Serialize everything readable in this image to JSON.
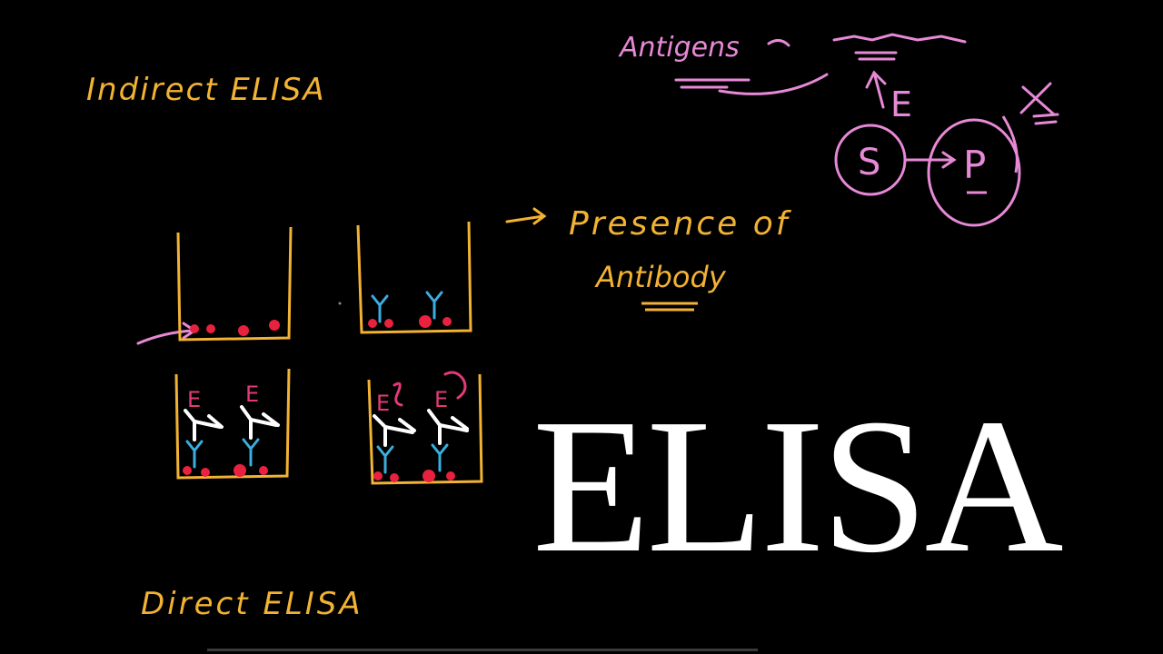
{
  "labels": {
    "indirect": "Indirect ELISA",
    "direct": "Direct ELISA",
    "presence_line1": "Presence of",
    "presence_line2": "Antibody",
    "antigen_top": "Antigens",
    "enzyme_letter": "E",
    "substrate_letter": "S",
    "product_letter": "P",
    "well_enzyme_label": "E",
    "big_title": "ELISA"
  },
  "colors": {
    "background": "#000000",
    "handwriting_yellow": "#f2b233",
    "handwriting_pink": "#e789d6",
    "antigen_red": "#e8213f",
    "antibody_blue": "#3aaee0",
    "antibody_white": "#ffffff",
    "enzyme_magenta": "#e23a78",
    "title_white": "#ffffff"
  },
  "video_progress": {
    "played_fraction": 0.0
  }
}
